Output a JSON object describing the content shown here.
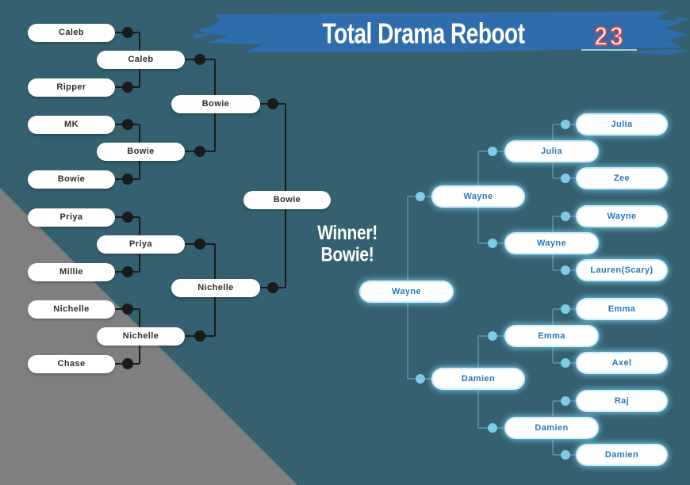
{
  "title": {
    "text": "Total Drama Reboot",
    "number": "23"
  },
  "winner": {
    "line1": "Winner!",
    "line2": "Bowie!"
  },
  "left_bracket": {
    "round1": [
      "Caleb",
      "Ripper",
      "MK",
      "Bowie",
      "Priya",
      "Millie",
      "Nichelle",
      "Chase"
    ],
    "round2": [
      "Caleb",
      "Bowie",
      "Priya",
      "Nichelle"
    ],
    "round3": [
      "Bowie",
      "Nichelle"
    ],
    "final": [
      "Bowie"
    ]
  },
  "right_bracket": {
    "round1": [
      "Julia",
      "Zee",
      "Wayne",
      "Lauren(Scary)",
      "Emma",
      "Axel",
      "Raj",
      "Damien"
    ],
    "round2": [
      "Julia",
      "Wayne",
      "Emma",
      "Damien"
    ],
    "round3": [
      "Wayne",
      "Damien"
    ],
    "final": [
      "Wayne"
    ]
  },
  "colors": {
    "bg": "#34606f",
    "corner_gray": "#7f7e81",
    "brush_blue": "#2e6cac",
    "number_red": "#d64545",
    "left_line": "#1b1b1b",
    "left_text": "#2f2f31",
    "right_line": "#54879a",
    "right_dot": "#7dcbea",
    "right_text": "#2878b8",
    "pill_fill": "#ffffff",
    "title_text": "#ffffff"
  }
}
